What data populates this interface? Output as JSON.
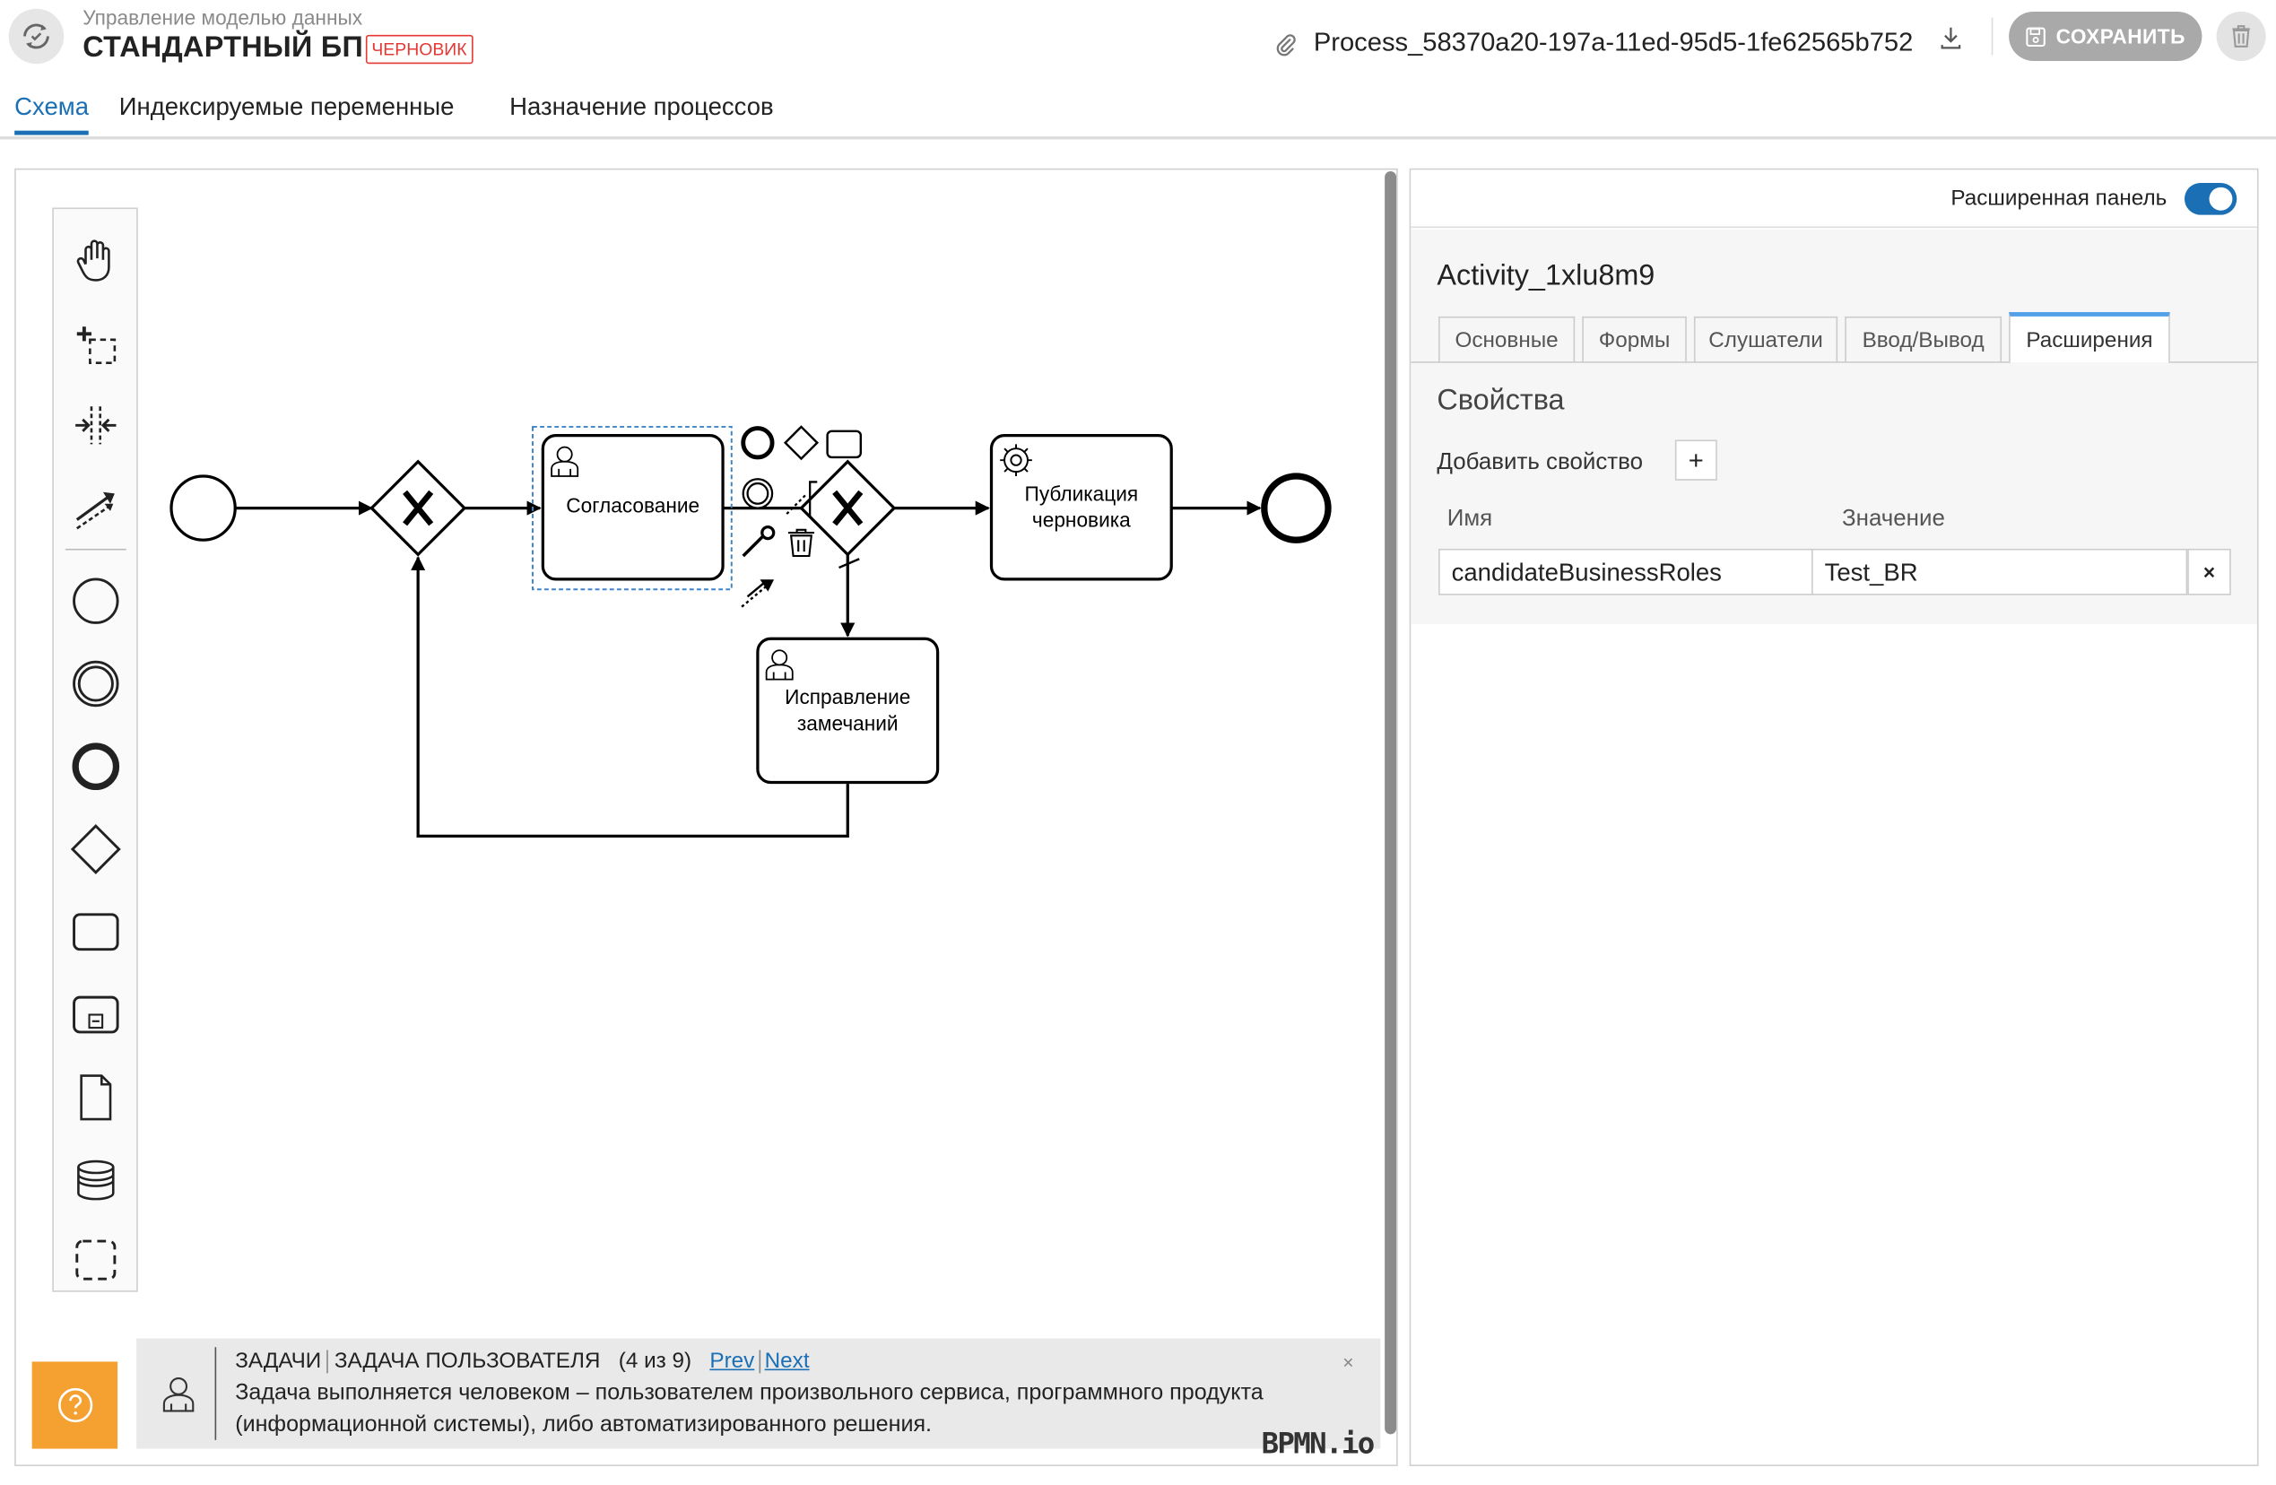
{
  "header": {
    "subtitle": "Управление моделью данных",
    "title": "СТАНДАРТНЫЙ БП",
    "status_badge": "ЧЕРНОВИК",
    "process_id": "Process_58370a20-197a-11ed-95d5-1fe62565b752",
    "save_label": "СОХРАНИТЬ"
  },
  "tabs": [
    "Схема",
    "Индексируемые переменные",
    "Назначение процессов"
  ],
  "active_tab": "Схема",
  "diagram": {
    "tasks": {
      "approval": "Согласование",
      "publish_line1": "Публикация",
      "publish_line2": "черновика",
      "fix_line1": "Исправление",
      "fix_line2": "замечаний"
    }
  },
  "infobox": {
    "category": "ЗАДАЧИ",
    "type": "ЗАДАЧА ПОЛЬЗОВАТЕЛЯ",
    "counter": "(4 из 9)",
    "prev": "Prev",
    "next": "Next",
    "description": "Задача выполняется человеком – пользователем произвольного сервиса, программного продукта (информационной системы), либо автоматизированного решения.",
    "close": "×"
  },
  "watermark": "BPMN.io",
  "panel": {
    "advanced_label": "Расширенная панель",
    "advanced_enabled": true,
    "activity_id": "Activity_1xlu8m9",
    "tabs": [
      "Основные",
      "Формы",
      "Слушатели",
      "Ввод/Вывод",
      "Расширения"
    ],
    "active_tab": "Расширения",
    "properties_title": "Свойства",
    "add_property_label": "Добавить свойство",
    "add_button": "+",
    "col_name": "Имя",
    "col_value": "Значение",
    "properties": [
      {
        "name": "candidateBusinessRoles",
        "value": "Test_BR"
      }
    ],
    "delete_button": "×"
  },
  "colors": {
    "accent": "#1a6fb5",
    "badge": "#e53935",
    "help_button": "#f5a131",
    "save_button": "#a9a9a9"
  },
  "icons": {
    "app": "process-refresh-icon",
    "attachment": "paperclip-icon",
    "download": "download-icon",
    "save": "floppy-icon",
    "delete": "trash-icon",
    "help": "question-icon",
    "user_task": "user-icon"
  }
}
